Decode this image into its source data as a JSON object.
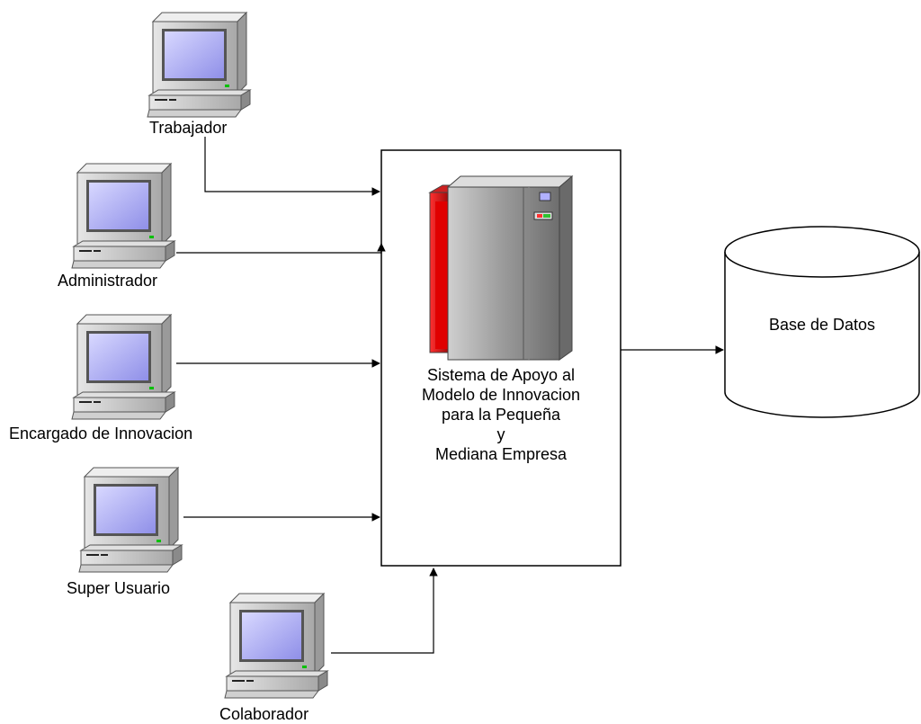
{
  "clients": [
    {
      "id": "trabajador",
      "label": "Trabajador"
    },
    {
      "id": "administrador",
      "label": "Administrador"
    },
    {
      "id": "encargado",
      "label": "Encargado de Innovacion"
    },
    {
      "id": "super-usuario",
      "label": "Super Usuario"
    },
    {
      "id": "colaborador",
      "label": "Colaborador"
    }
  ],
  "system": {
    "lines": [
      "Sistema de Apoyo al",
      "Modelo de Innovacion",
      "para la Pequeña",
      "y",
      "Mediana Empresa"
    ]
  },
  "database": {
    "label": "Base de Datos"
  },
  "icons": {
    "client": "desktop-computer-icon",
    "server": "server-cabinet-icon",
    "database": "database-cylinder-icon"
  },
  "colors": {
    "screen": "#a9a9f0",
    "case": "#c8c8c8",
    "server_accent": "#d40000",
    "line": "#000000"
  }
}
